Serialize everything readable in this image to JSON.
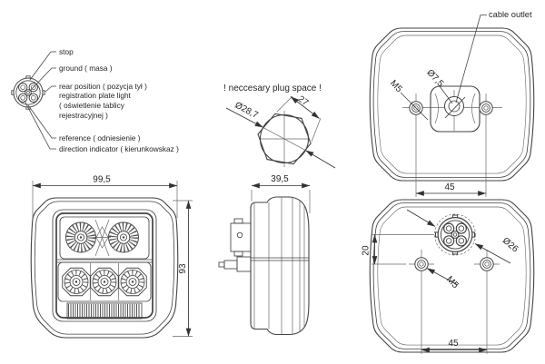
{
  "pinout": {
    "stop": "stop",
    "ground": "ground ( masa )",
    "rear_position": "rear position ( pozycja tył )",
    "registration_line1": "registration plate light",
    "registration_line2": "( oświetlenie tablicy",
    "registration_line3": "rejestracyjnej )",
    "reference": "reference ( odniesienie )",
    "direction": "direction indicator ( kierunkowskaz )"
  },
  "plug_space": {
    "title": "! neccesary plug space !",
    "hex_diameter": "Ø28,7",
    "across_flats": "27"
  },
  "front_view": {
    "width": "99,5",
    "height": "93"
  },
  "side_view": {
    "depth": "39,5"
  },
  "back_view_top": {
    "cable_outlet": "cable outlet",
    "outlet_diameter": "Ø7,5",
    "thread": "M5",
    "screw_spacing": "45"
  },
  "back_view_bottom": {
    "connector_offset": "20",
    "connector_diameter": "Ø26",
    "thread": "M5",
    "screw_spacing": "45"
  },
  "colors": {
    "line": "#434343",
    "text": "#262626",
    "background": "#ffffff"
  }
}
